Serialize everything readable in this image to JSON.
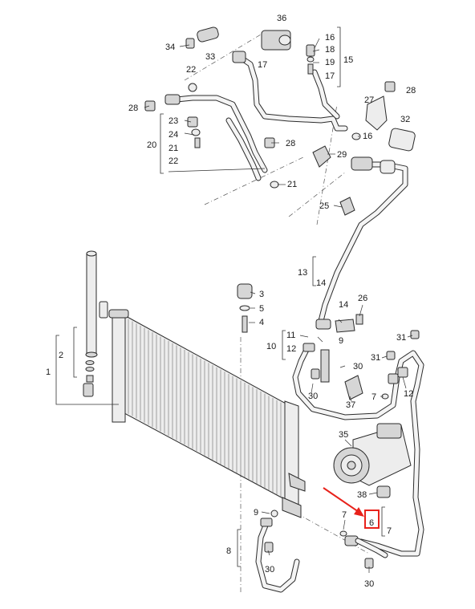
{
  "diagram": {
    "highlight": {
      "callout": "6",
      "box_color": "#e8221b",
      "arrow_color": "#e8221b"
    },
    "callouts": {
      "c36": "36",
      "c34": "34",
      "c33": "33",
      "c16": "16",
      "c18": "18",
      "c19": "19",
      "c17a": "17",
      "c15": "15",
      "c22a": "22",
      "c17b": "17",
      "c28a": "28",
      "c28b": "28",
      "c27": "27",
      "c23": "23",
      "c24": "24",
      "c20": "20",
      "c21a": "21",
      "c22b": "22",
      "c16b": "16",
      "c28c": "28",
      "c32": "32",
      "c29": "29",
      "c21b": "21",
      "c25": "25",
      "c13": "13",
      "c14a": "14",
      "c3": "3",
      "c5": "5",
      "c4": "4",
      "c14b": "14",
      "c26": "26",
      "c2": "2",
      "c1": "1",
      "c11": "11",
      "c10": "10",
      "c12a": "12",
      "c9a": "9",
      "c31a": "31",
      "c31b": "31",
      "c30a": "30",
      "c30b": "30",
      "c7a": "7",
      "c12b": "12",
      "c37": "37",
      "c35": "35",
      "c38": "38",
      "c9b": "9",
      "c7b": "7",
      "c6": "6",
      "c7c": "7",
      "c8": "8",
      "c30c": "30",
      "c30d": "30"
    }
  }
}
